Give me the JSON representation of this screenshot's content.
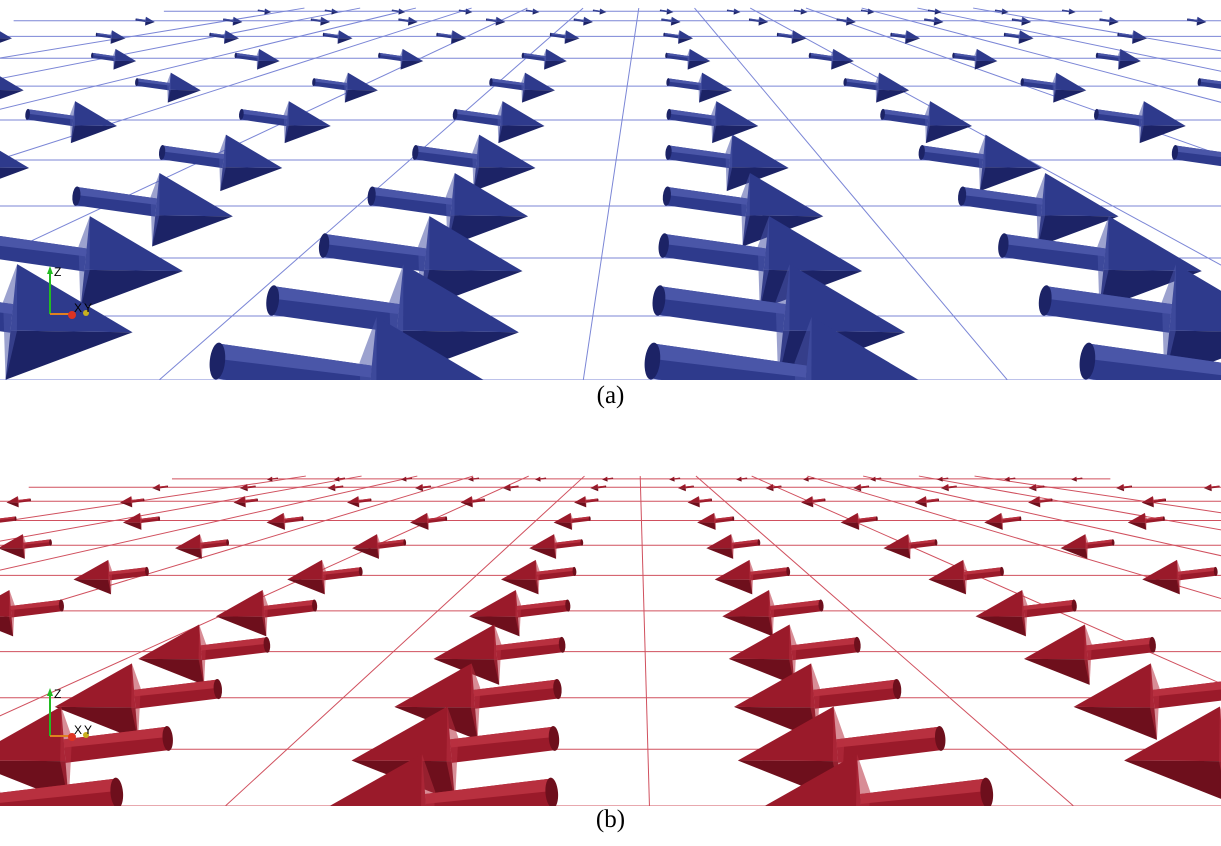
{
  "panels": [
    {
      "id": "a",
      "caption": "(a)",
      "color": "#2E3A8C",
      "color_dark": "#1C2366",
      "color_light": "#4A56A8",
      "line_color": "#7B86D6",
      "arrow_direction": "right",
      "axis_labels": {
        "z": "Z",
        "x": "X",
        "y": "Y"
      }
    },
    {
      "id": "b",
      "caption": "(b)",
      "color": "#9A1A2A",
      "color_dark": "#6E0F1C",
      "color_light": "#B8303F",
      "line_color": "#D0505E",
      "arrow_direction": "left",
      "axis_labels": {
        "z": "Z",
        "x": "X",
        "y": "Y"
      }
    }
  ],
  "triad_colors": {
    "z": "#22BB22",
    "x": "#DD3322",
    "y": "#C8B020"
  }
}
